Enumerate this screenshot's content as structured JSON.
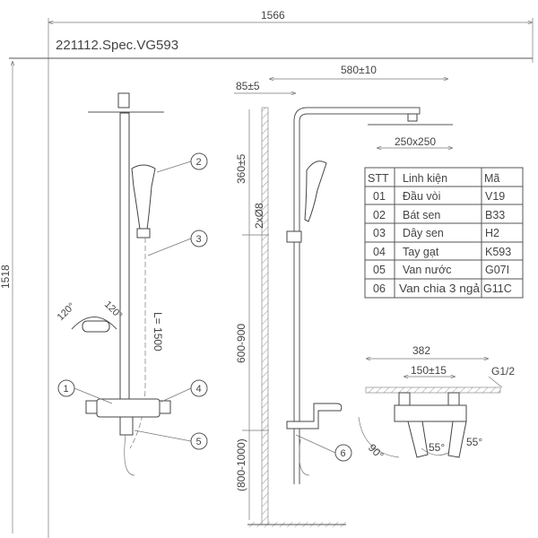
{
  "title": "221112.Spec.VG593",
  "dimensions": {
    "overall_width": "1566",
    "overall_height": "1518",
    "wall_offset": "85±5",
    "arm_length": "580±10",
    "head_size": "250x250",
    "head_drop": "360±5",
    "bracket_holes": "2xØ8",
    "mixer_height": "600-900",
    "floor_height": "(800-1000)",
    "hose_length": "L= 1500",
    "swivel_left": "120°",
    "swivel_right": "120°",
    "detail_width": "382",
    "detail_centers": "150±15",
    "detail_thread": "G1/2",
    "detail_angle_90": "90°",
    "detail_angle_55a": "55°",
    "detail_angle_55b": "55°"
  },
  "callouts": [
    "1",
    "2",
    "3",
    "4",
    "5",
    "6"
  ],
  "parts_table": {
    "headers": [
      "STT",
      "Linh kiện",
      "Mã"
    ],
    "rows": [
      [
        "01",
        "Đầu vòi",
        "V19"
      ],
      [
        "02",
        "Bát sen",
        "B33"
      ],
      [
        "03",
        "Dây sen",
        "H2"
      ],
      [
        "04",
        "Tay gạt",
        "K593"
      ],
      [
        "05",
        "Van nước",
        "G07I"
      ],
      [
        "06",
        "Van chia 3 ngả",
        "G11C"
      ]
    ]
  }
}
